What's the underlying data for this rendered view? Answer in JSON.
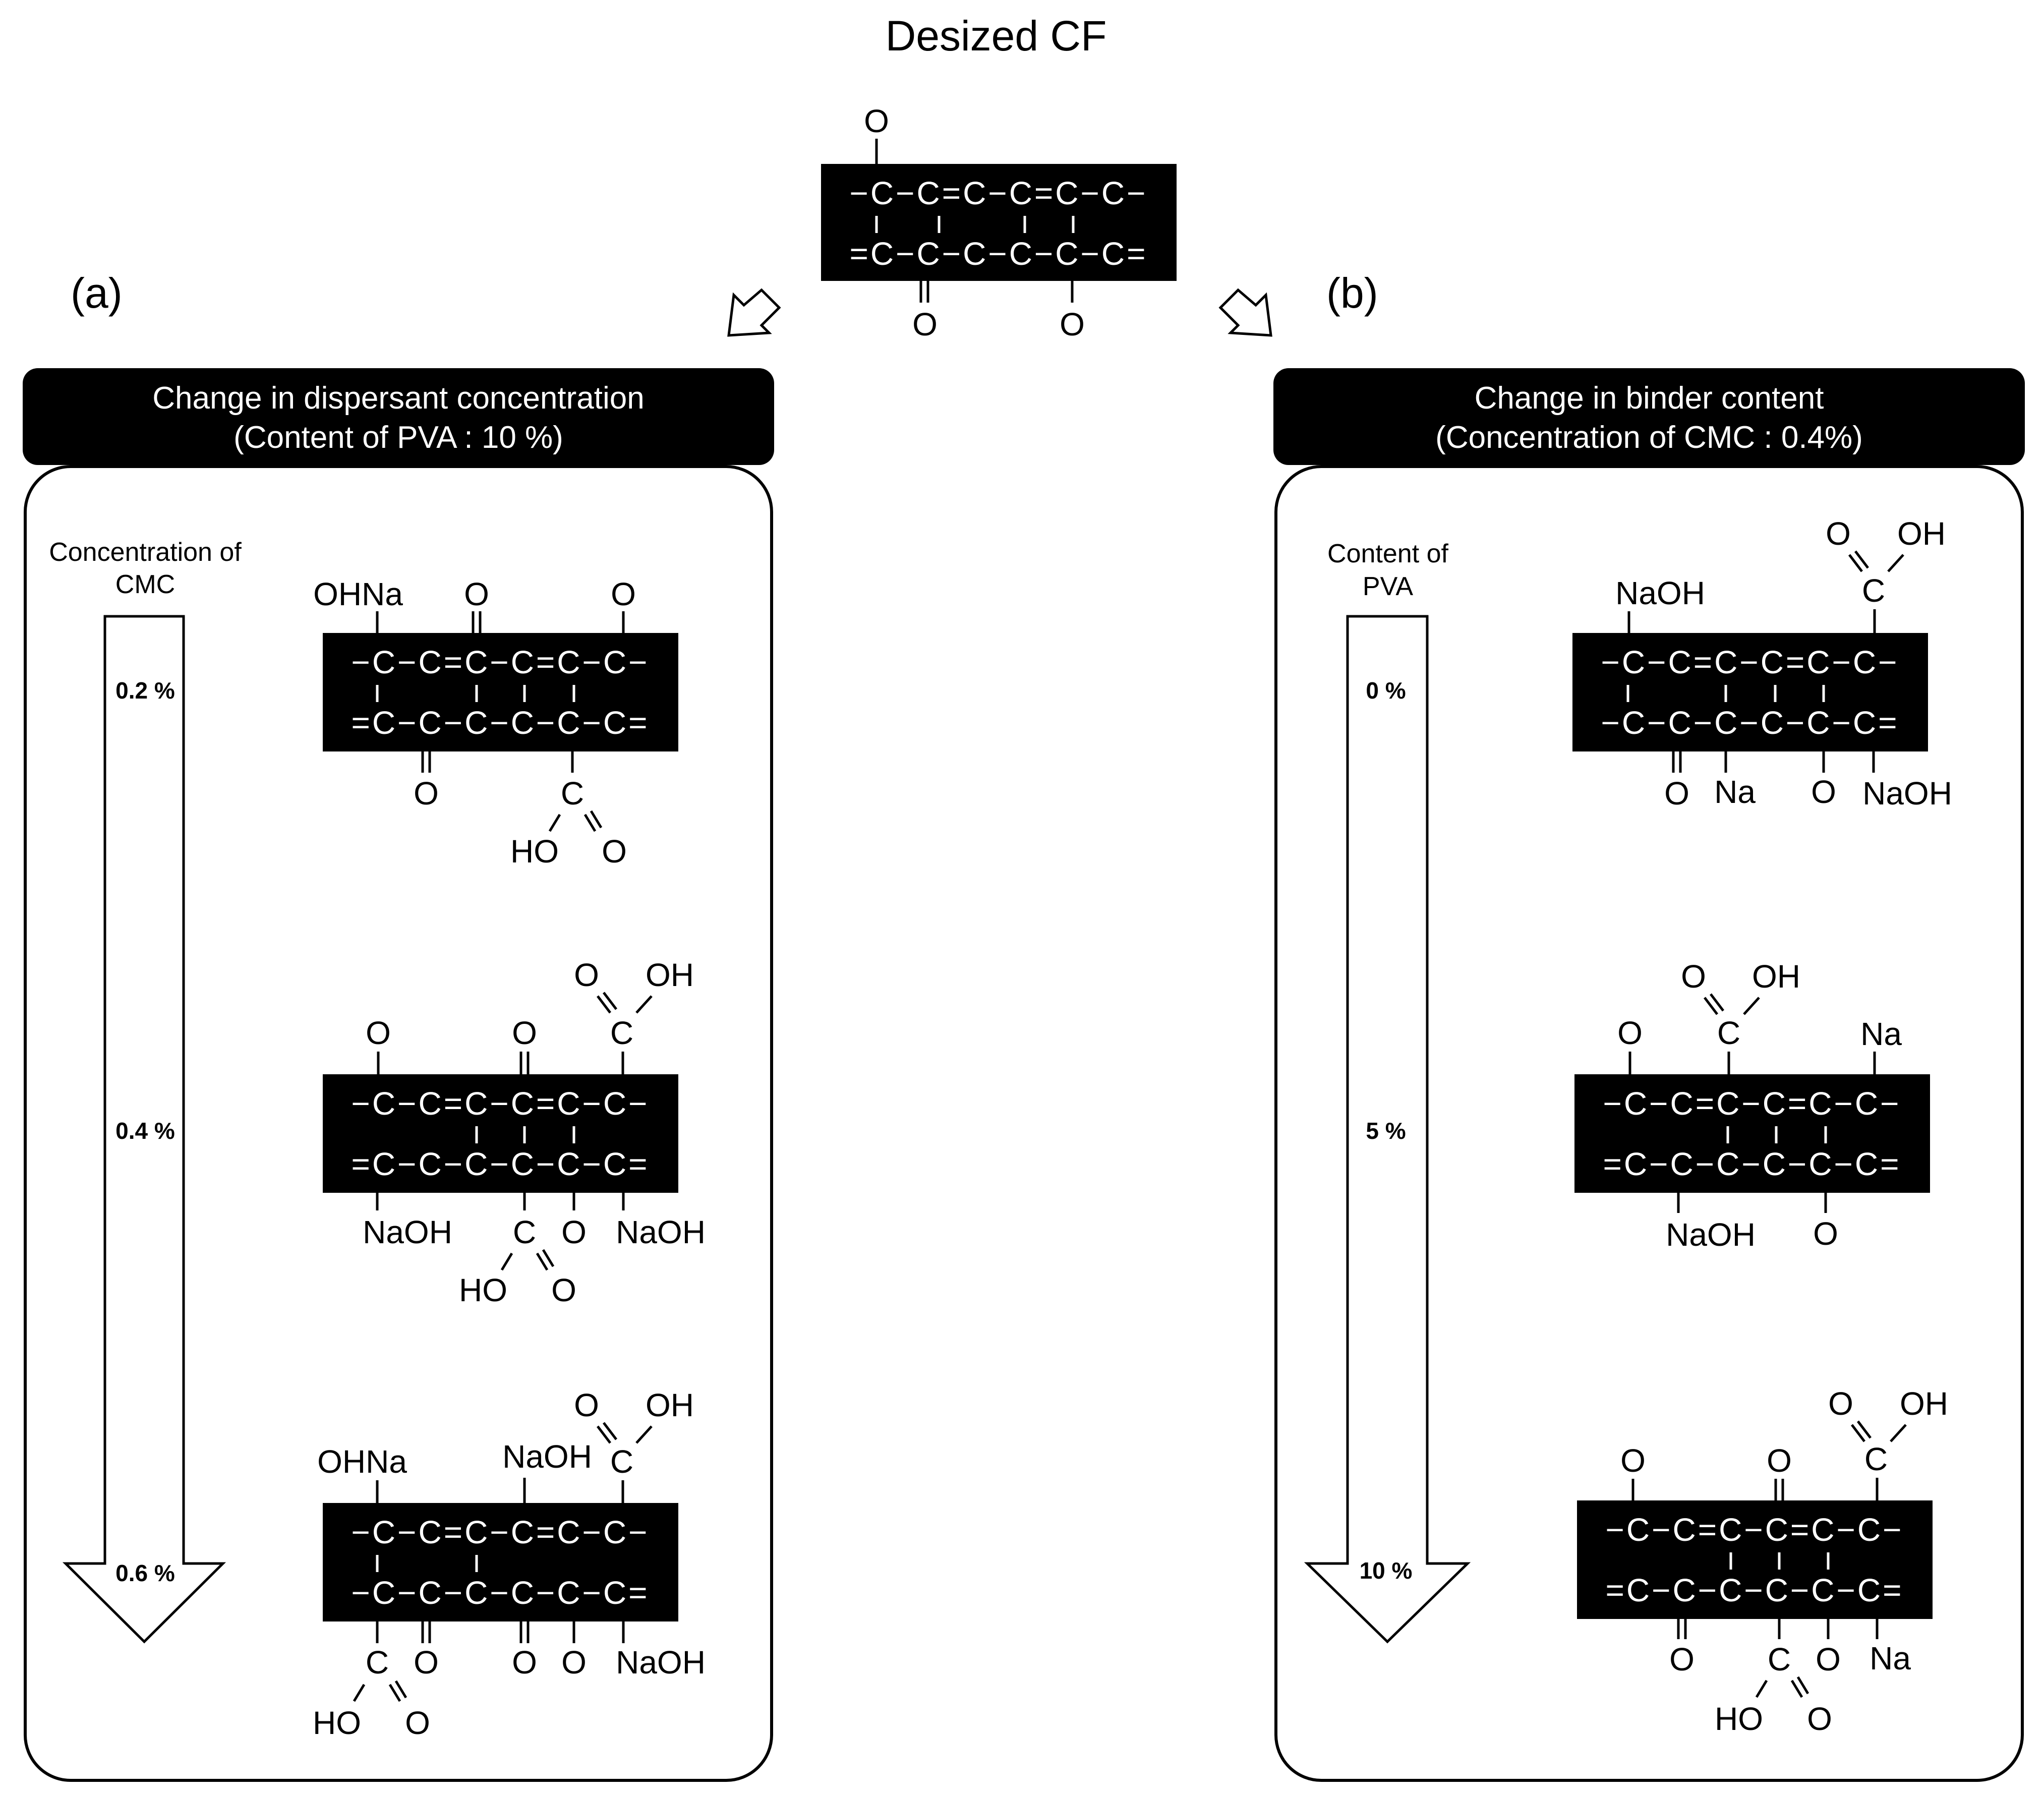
{
  "title": "Desized CF",
  "panel_a": {
    "tag": "(a)",
    "header_line1": "Change in dispersant concentration",
    "header_line2": "(Content of PVA : 10 %)",
    "axis_line1": "Concentration of",
    "axis_line2": "CMC",
    "levels": [
      "0.2 %",
      "0.4 %",
      "0.6 %"
    ]
  },
  "panel_b": {
    "tag": "(b)",
    "header_line1": "Change in binder content",
    "header_line2": "(Concentration of CMC : 0.4%)",
    "axis_line1": "Content of",
    "axis_line2": "PVA",
    "levels": [
      "0 %",
      "5 %",
      "10 %"
    ]
  },
  "chains": {
    "top_a": "−C−C=C−C=C−C−",
    "bottom_a": "=C−C−C−C−C−C=",
    "top_b": "−C−C=C−C=C−C−",
    "bottom_b": "−C−C−C−C−C−C="
  },
  "groups": {
    "o": "O",
    "c": "C",
    "oh": "OH",
    "ho": "HO",
    "naoh": "NaOH",
    "ohna": "OHNa",
    "na": "Na"
  }
}
